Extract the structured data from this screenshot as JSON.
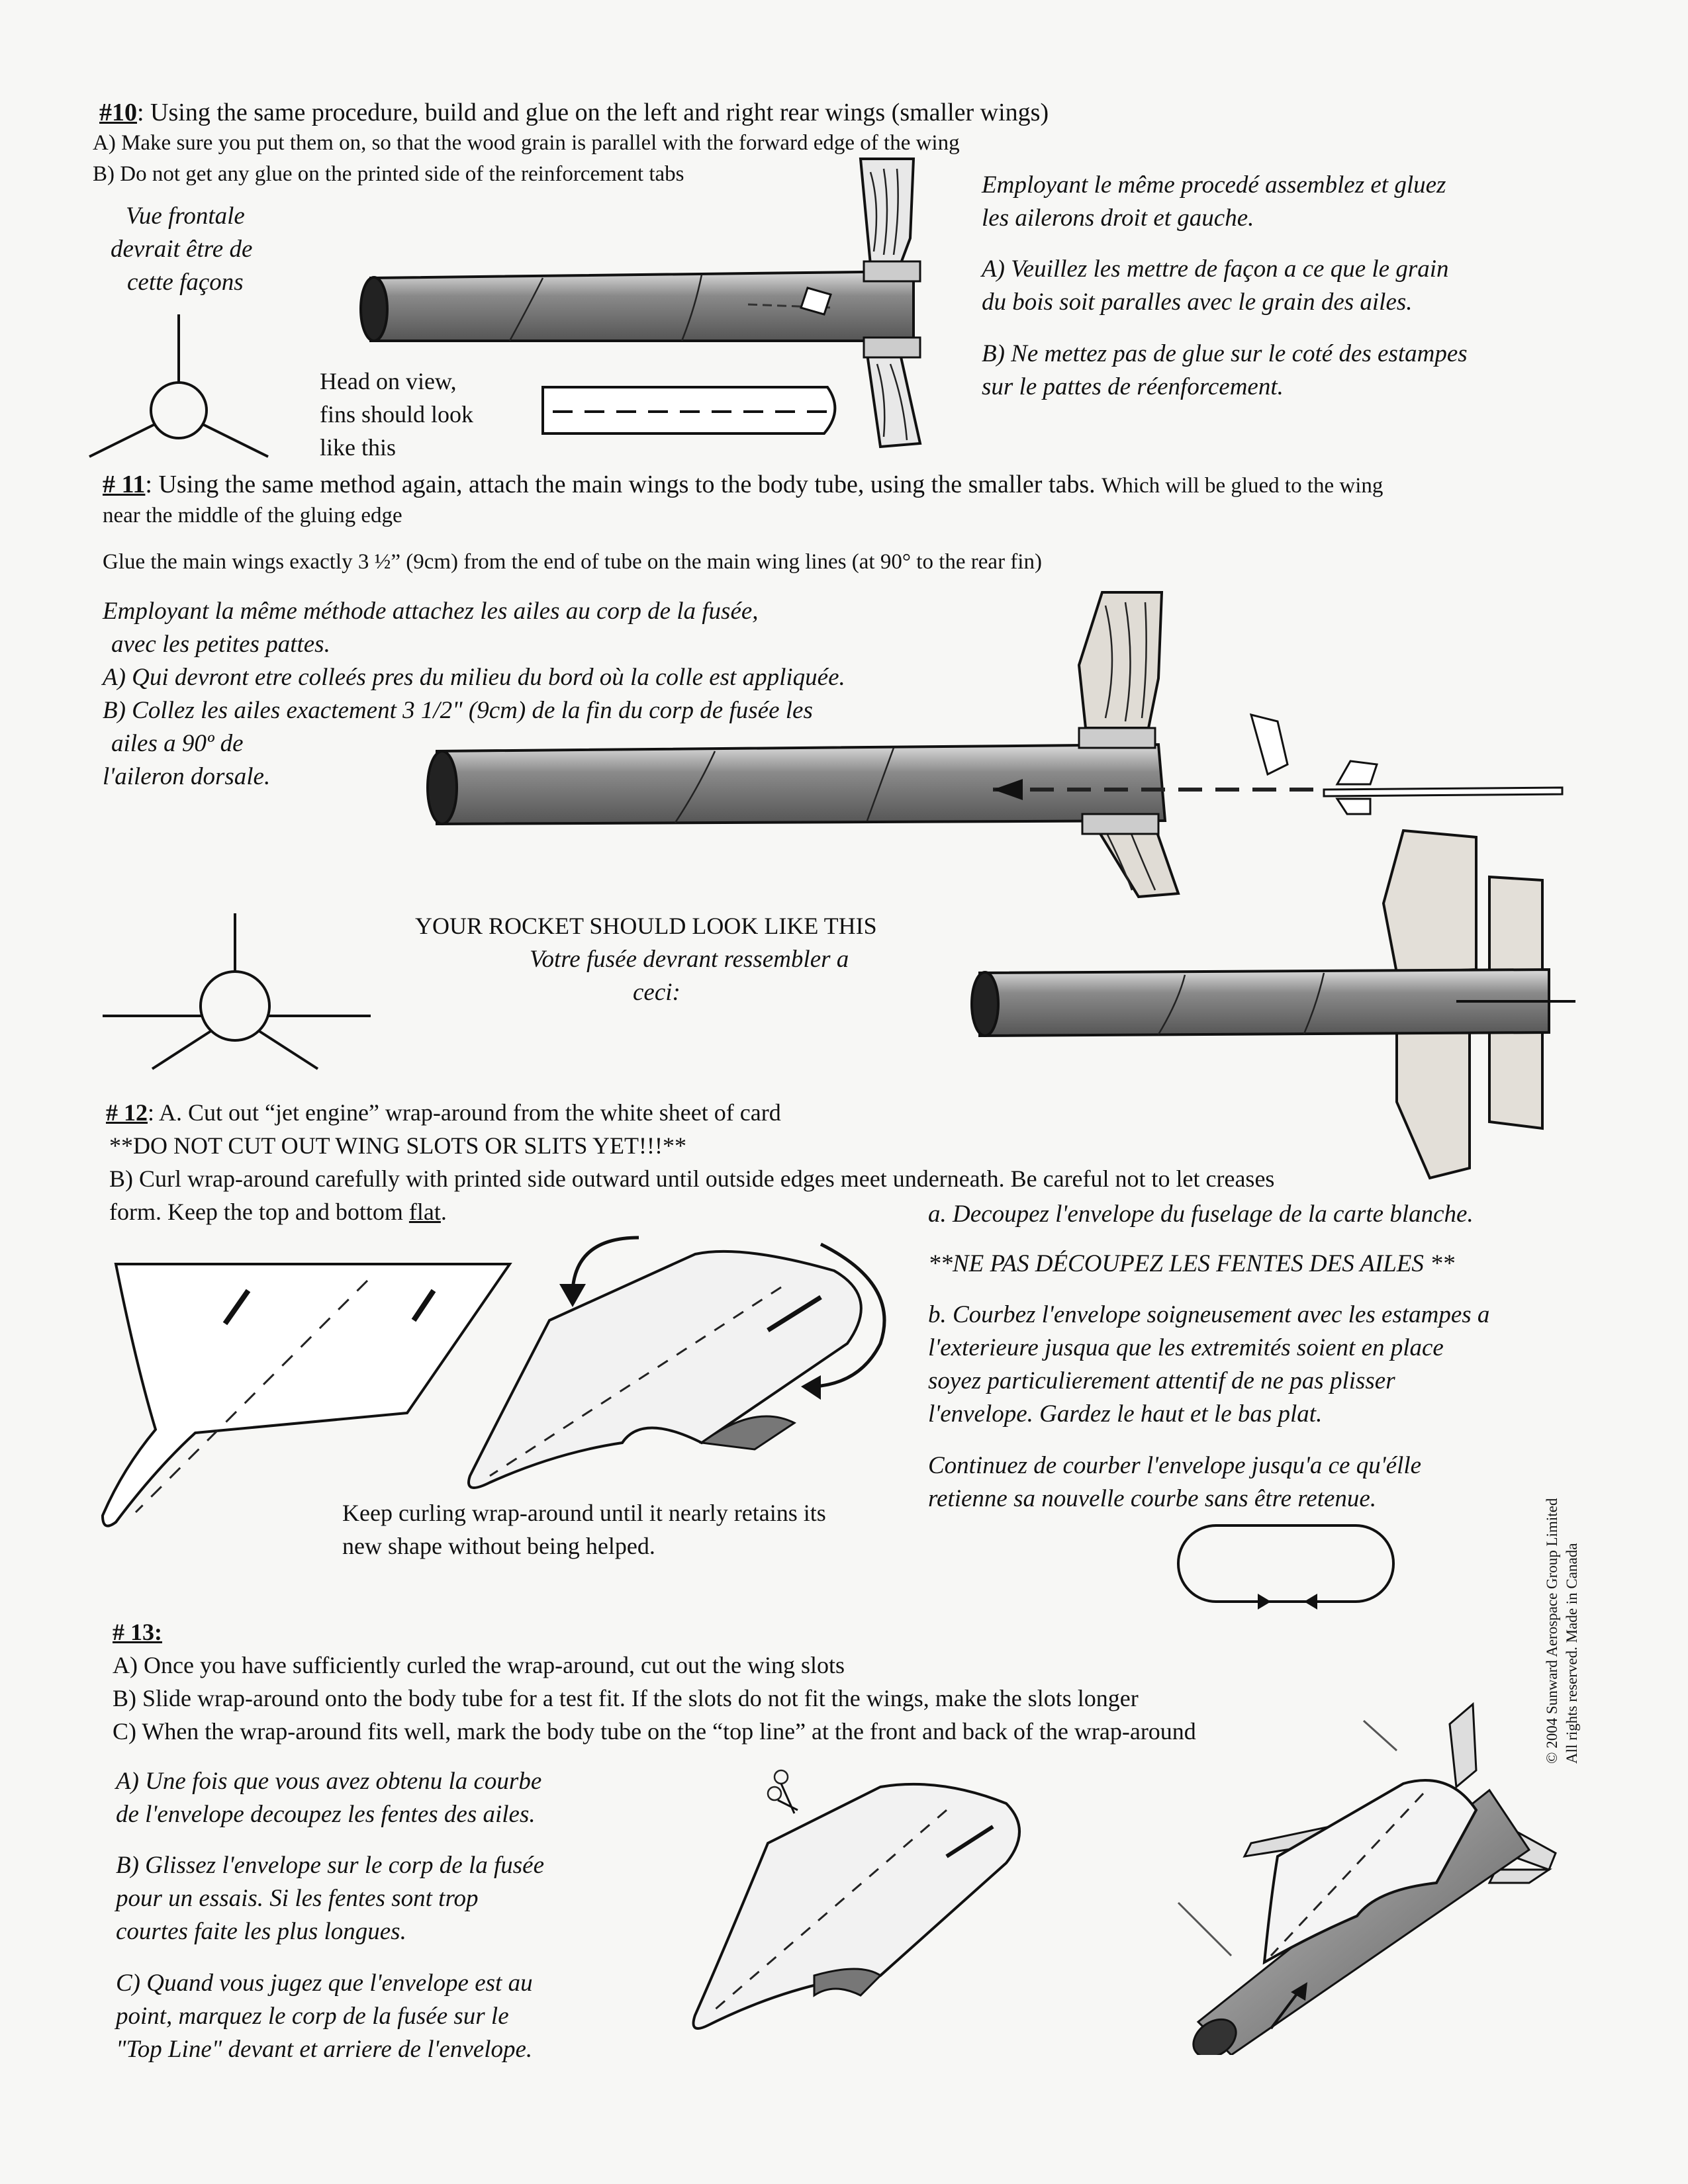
{
  "step10": {
    "num": "#10",
    "title": ": Using the same procedure, build and glue on the left and right rear wings (smaller wings)",
    "a": "A) Make sure you put them on, so that the wood grain is parallel with the forward edge of the wing",
    "b": "B) Do not get any glue on the printed side of the reinforcement tabs",
    "fr_view": [
      "Vue frontale",
      "devrait être de",
      "cette façons"
    ],
    "head_on": [
      "Head on view,",
      "fins should look",
      "like this"
    ],
    "fr": [
      "Employant le même procedé assemblez et gluez",
      "les ailerons droit et gauche.",
      "A) Veuillez les mettre de façon a ce que le grain",
      "du bois soit paralles avec le grain des ailes.",
      "B) Ne mettez pas de glue sur le coté des estampes",
      "sur le pattes de réenforcement."
    ]
  },
  "step11": {
    "num": "# 11",
    "title": ": Using the same method again, attach the main wings to the body tube, using the smaller tabs.",
    "title2": "Which will be glued to the wing",
    "line2": "near the middle of the gluing edge",
    "line3": "Glue the main wings exactly 3 ½” (9cm) from the end of tube on the main wing lines (at 90° to the rear fin)",
    "fr": [
      "Employant la même méthode attachez les ailes au corp de la fusée,",
      "avec les petites pattes.",
      "A) Qui devront etre colleés pres du milieu du bord où la colle est appliquée.",
      "B) Collez les ailes exactement 3 1/2\" (9cm) de la fin du corp de fusée les",
      "ailes a 90º de",
      "l'aileron dorsale."
    ],
    "look": "YOUR ROCKET SHOULD LOOK LIKE THIS",
    "look_fr": [
      "Votre fusée devrant ressembler a",
      "ceci:"
    ]
  },
  "step12": {
    "num": "# 12",
    "l1": ": A. Cut out “jet engine” wrap-around from the white sheet of card",
    "l2": "**DO NOT CUT OUT WING SLOTS OR SLITS YET!!!**",
    "l3": "B) Curl wrap-around carefully with printed side outward until outside edges meet underneath. Be careful not to let creases",
    "l4a": "form.  Keep the top and bottom ",
    "l4b": "flat",
    "l4c": ".",
    "keep": [
      "Keep curling wrap-around until it nearly retains its",
      "new shape without being helped."
    ],
    "fr": [
      "a. Decoupez l'envelope du fuselage de la carte blanche.",
      "**NE PAS  DÉCOUPEZ  LES FENTES DES AILES **",
      "b. Courbez l'envelope soigneusement avec les estampes a",
      "l'exterieure jusqua que les extremités soient en place",
      "soyez particulierement attentif  de ne pas plisser",
      "l'envelope. Gardez le haut et le bas plat.",
      "Continuez de courber l'envelope jusqu'a ce qu'élle",
      "retienne sa nouvelle courbe sans être retenue."
    ]
  },
  "step13": {
    "num": "# 13:",
    "a": "A) Once you have sufficiently curled the wrap-around, cut out the wing slots",
    "b": "B) Slide wrap-around onto the body tube for a test fit. If the slots do not fit the wings, make the slots longer",
    "c": "C) When the wrap-around fits well, mark the body tube on the  “top line” at the front and back of the wrap-around",
    "fr": [
      "A) Une fois que vous avez obtenu la courbe",
      "de l'envelope decoupez les fentes des ailes.",
      "B) Glissez l'envelope sur le corp de la fusée",
      "pour un essais.  Si les fentes sont trop",
      "courtes faite les plus longues.",
      "C) Quand vous jugez que l'envelope est au",
      "point, marquez le corp de la fusée sur le",
      "\"Top Line\" devant et arriere de l'envelope."
    ]
  },
  "copyright": [
    "© 2004 Sunward Aerospace Group Limited",
    "All rights reserved. Made in Canada"
  ]
}
